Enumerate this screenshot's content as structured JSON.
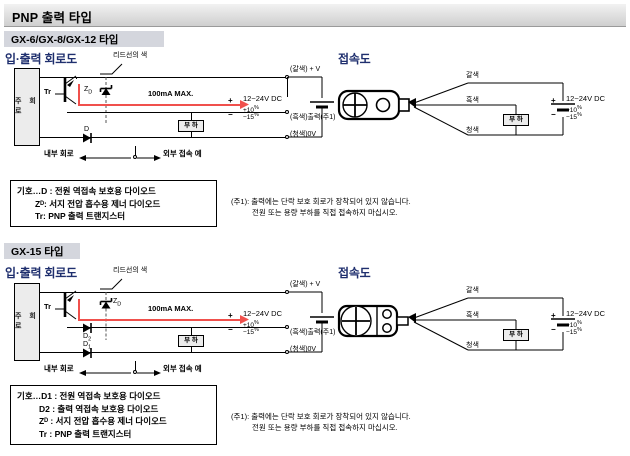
{
  "header": {
    "main_title": "PNP 출력 타입"
  },
  "sections": [
    {
      "id": "gx6",
      "sub_title": "GX-6/GX-8/GX-12 타입",
      "circuit_title": "입·출력 회로도",
      "wiring_title": "접속도",
      "labels": {
        "lead_color": "리드선의 색",
        "plus_v": "(갈색) + V",
        "current": "100mA  MAX.",
        "output": "(흑색)출력(주1)",
        "zero_v": "(청색)0V",
        "main_circuit": "주 회 로",
        "tr": "Tr",
        "zd": "Z",
        "zd_sub": "D",
        "d": "D",
        "load": "부 하",
        "supply": "12~24V DC",
        "tol_plus": "+10",
        "tol_minus": "−15",
        "tol_unit": "%",
        "plus": "+",
        "minus": "−",
        "internal": "내부 회로",
        "external": "외부 접속 예",
        "wire_brown": "갈색",
        "wire_black": "흑색",
        "wire_blue": "청색"
      },
      "legend": [
        "기호…D : 전원 역접속 보호용 다이오드",
        "Zᴰ: 서지 전압 흡수용 제너 다이오드",
        "Tr: PNP 출력 트랜지스터"
      ],
      "note": [
        "(주1): 출력에는 단락 보호 회로가 장착되어 있지 않습니다.",
        "전원 또는 용량 부하를 직접 접속하지 마십시오."
      ]
    },
    {
      "id": "gx15",
      "sub_title": "GX-15 타입",
      "circuit_title": "입·출력 회로도",
      "wiring_title": "접속도",
      "labels": {
        "lead_color": "리드선의 색",
        "plus_v": "(갈색) + V",
        "current": "100mA  MAX.",
        "output": "(흑색)출력(주1)",
        "zero_v": "(청색)0V",
        "main_circuit": "주 회 로",
        "tr": "Tr",
        "zd": "Z",
        "zd_sub": "D",
        "d1": "D",
        "d1_sub": "1",
        "d2": "D",
        "d2_sub": "2",
        "load": "부 하",
        "supply": "12~24V DC",
        "tol_plus": "+10",
        "tol_minus": "−15",
        "tol_unit": "%",
        "plus": "+",
        "minus": "−",
        "internal": "내부 회로",
        "external": "외부 접속 예",
        "wire_brown": "갈색",
        "wire_black": "흑색",
        "wire_blue": "청색"
      },
      "legend": [
        "기호…D1 : 전원 역접속 보호용 다이오드",
        "D2 : 출력 역접속 보호용 다이오드",
        "Zᴰ : 서지 전압 흡수용 제너 다이오드",
        "Tr : PNP 출력 트랜지스터"
      ],
      "note": [
        "(주1): 출력에는 단락 보호 회로가 장착되어 있지 않습니다.",
        "전원 또는 용량 부하를 직접 접속하지 마십시오."
      ]
    }
  ],
  "colors": {
    "accent_title": "#1f2f6e",
    "current_arrow": "#f0504c",
    "subhead_bg": "#d4d6dd"
  }
}
